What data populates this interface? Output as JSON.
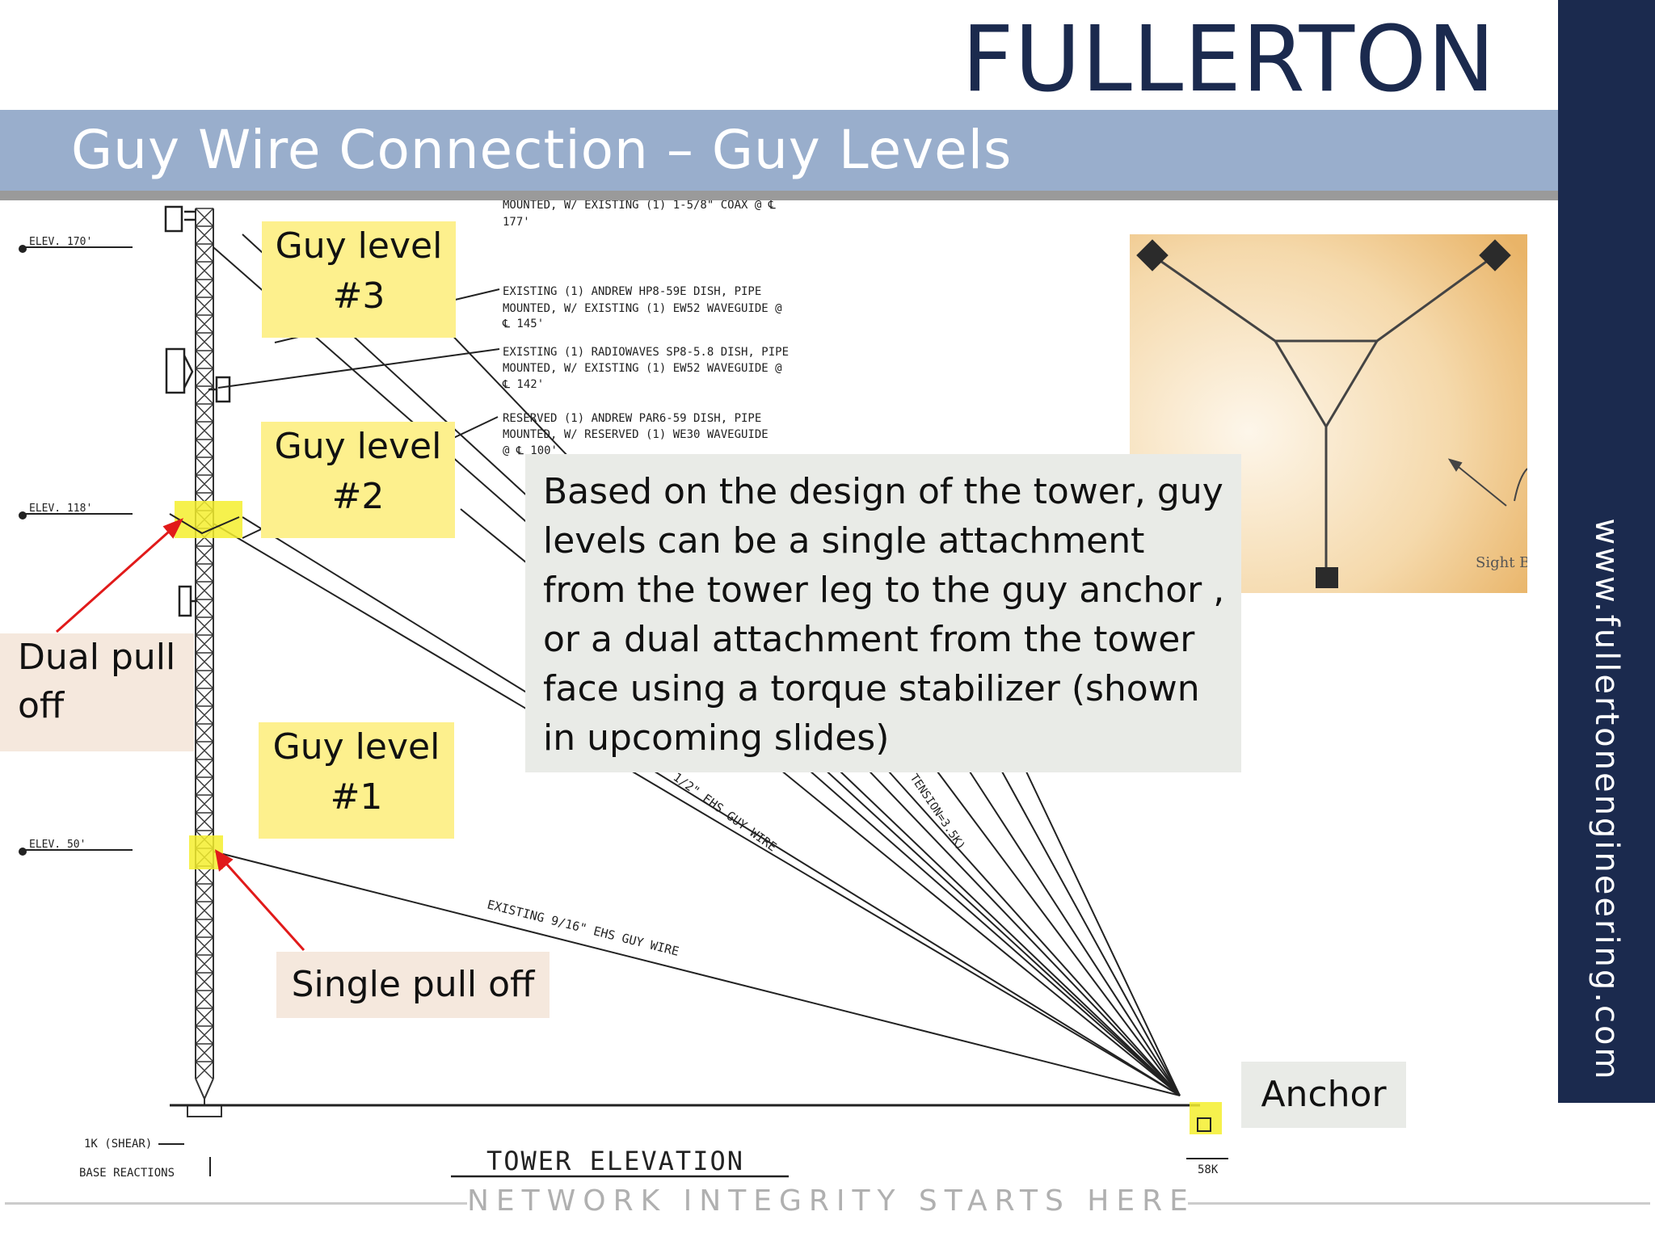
{
  "brand": {
    "logo_text": "FULLERTON",
    "website": "www.fullertonengineering.com",
    "footer_tagline": "NETWORK INTEGRITY STARTS HERE",
    "colors": {
      "navy": "#1b2a4e",
      "title_bar": "#99aecc",
      "highlight": "#fdf08d"
    }
  },
  "slide": {
    "title": "Guy Wire Connection – Guy Levels"
  },
  "labels": {
    "guy_level_3": [
      "Guy level",
      "#3"
    ],
    "guy_level_2": [
      "Guy level",
      "#2"
    ],
    "guy_level_1": [
      "Guy level",
      "#1"
    ],
    "dual_pull_off": [
      "Dual pull",
      "off"
    ],
    "single_pull_off": "Single pull off",
    "anchor": "Anchor"
  },
  "note": "Based on the design of the tower, guy levels can be a single attachment  from the tower leg to the guy anchor , or a dual attachment from the tower face using a torque stabilizer  (shown in upcoming slides)",
  "drawing": {
    "title": "TOWER  ELEVATION",
    "elevations": [
      "ELEV. 170'",
      "ELEV. 118'",
      "ELEV. 50'"
    ],
    "callouts": [
      [
        "MOUNTED, W/ EXISTING (1) 1-5/8\" COAX @ ℄",
        "177'"
      ],
      [
        "EXISTING (1) ANDREW HP8-59E DISH, PIPE",
        "MOUNTED, W/ EXISTING (1) EW52 WAVEGUIDE @",
        "℄ 145'"
      ],
      [
        "EXISTING (1) RADIOWAVES SP8-5.8 DISH, PIPE",
        "MOUNTED, W/ EXISTING (1) EW52 WAVEGUIDE @",
        "℄ 142'"
      ],
      [
        "RESERVED (1) ANDREW PAR6-59 DISH, PIPE",
        "MOUNTED, W/ RESERVED (1) WE30 WAVEGUIDE",
        "@ ℄ 100'"
      ]
    ],
    "wire_label_upper": "1/2\" EHS GUY WIRE",
    "tension_label": "TENSION=3.5K)",
    "wire_label_lower": "EXISTING 9/16\" EHS GUY WIRE",
    "base_shear": "1K (SHEAR)",
    "base_reactions": "BASE REACTIONS",
    "anchor_load": "58K"
  },
  "plan_view": {
    "label": "Sight B"
  }
}
